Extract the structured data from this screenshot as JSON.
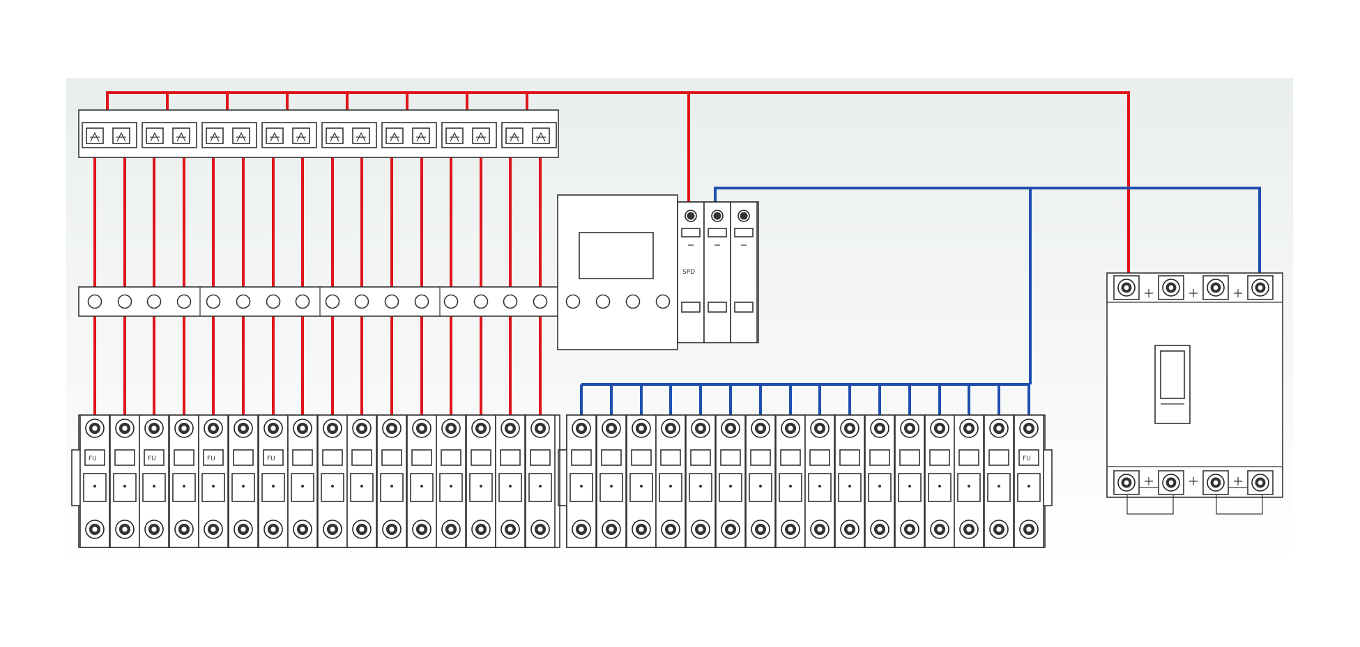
{
  "diagram": {
    "type": "electrical-wiring-diagram",
    "colors": {
      "positive_wire": "#e0141b",
      "negative_wire": "#1f4fae",
      "outline": "#333333",
      "background_top": "#e9eeec",
      "background_bottom": "#ffffff"
    },
    "components": {
      "input_terminal_pairs": 8,
      "positive_fuses": 16,
      "negative_fuses": 16,
      "busbar_holes": 16,
      "monitor_holes": 4,
      "spd_poles": 3,
      "breaker_poles": 4
    },
    "labels": {
      "fuse_tag": "FU",
      "spd_tag": "SPD"
    }
  }
}
